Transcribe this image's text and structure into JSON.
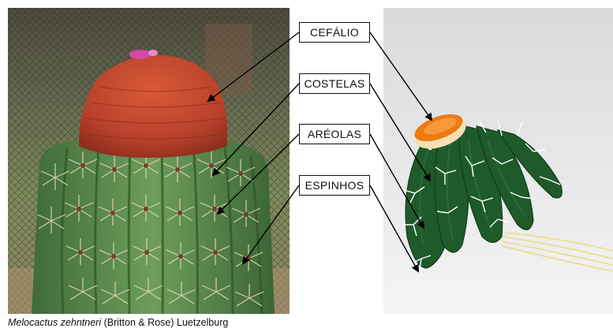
{
  "labels": {
    "cefalio": "CEFÁLIO",
    "costelas": "COSTELAS",
    "areolas": "ARÉOLAS",
    "espinhos": "ESPINHOS"
  },
  "caption": {
    "species": "Melocactus zehntneri",
    "authority": "(Britton & Rose) Luetzelburg"
  },
  "colors": {
    "cephalium_real": "#c24a2c",
    "cactus_green": "#5c8f4e",
    "model_green": "#1f5a2a",
    "model_cephalium": "#f07a10"
  }
}
